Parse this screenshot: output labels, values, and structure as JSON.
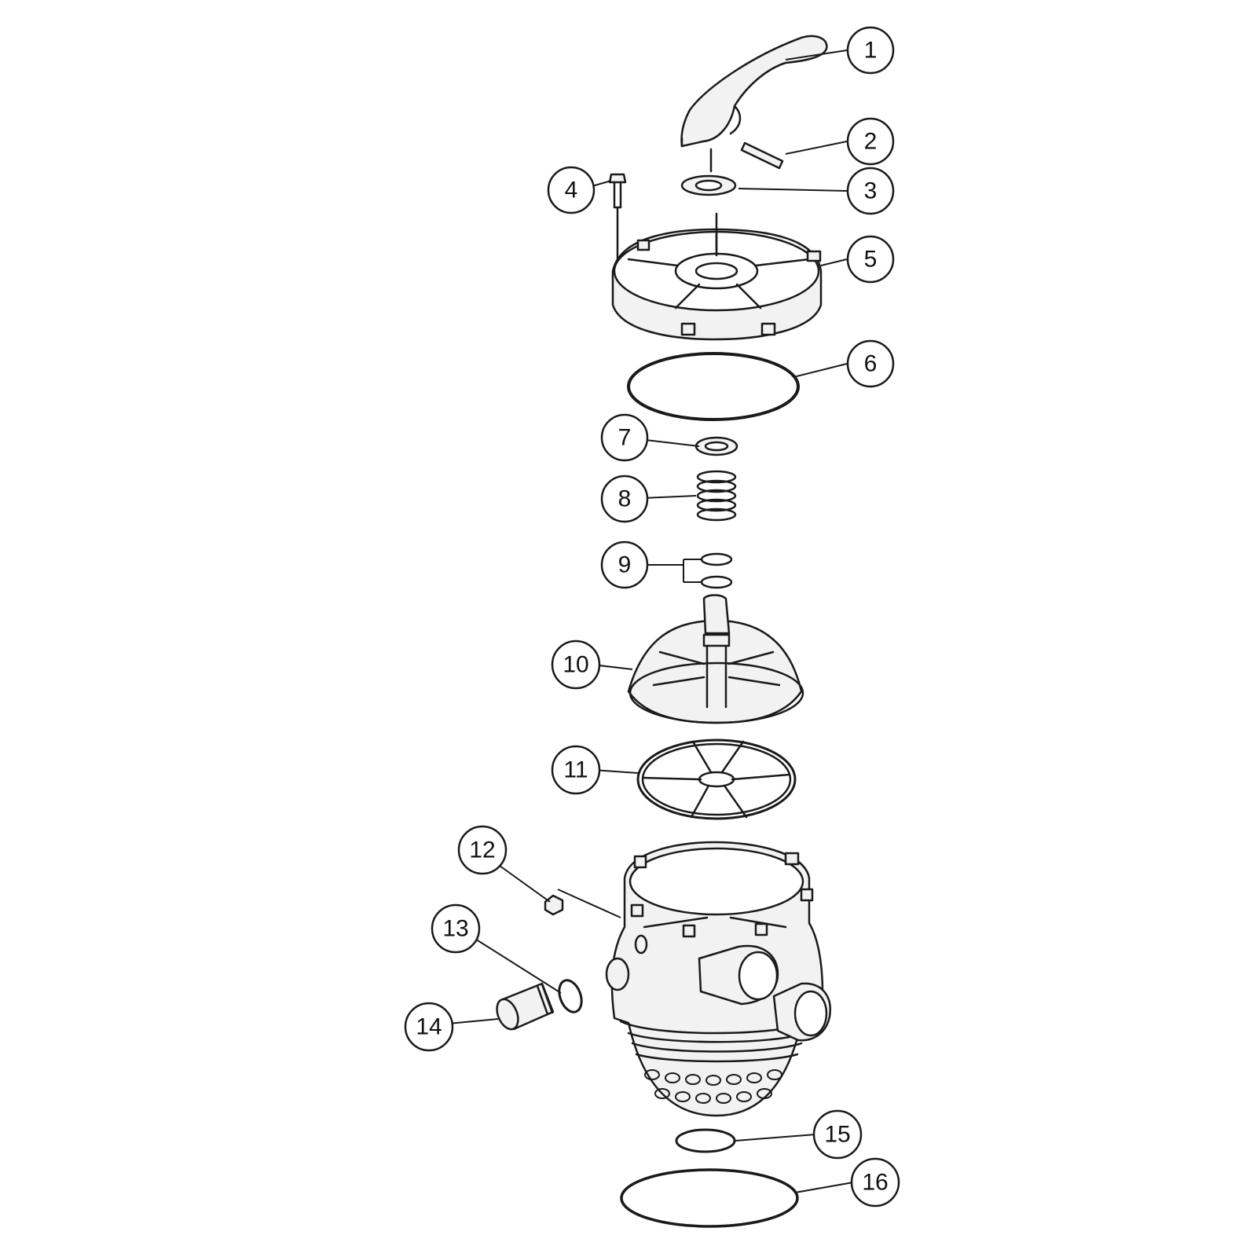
{
  "callouts": [
    {
      "num": "1"
    },
    {
      "num": "2"
    },
    {
      "num": "3"
    },
    {
      "num": "4"
    },
    {
      "num": "5"
    },
    {
      "num": "6"
    },
    {
      "num": "7"
    },
    {
      "num": "8"
    },
    {
      "num": "9"
    },
    {
      "num": "10"
    },
    {
      "num": "11"
    },
    {
      "num": "12"
    },
    {
      "num": "13"
    },
    {
      "num": "14"
    },
    {
      "num": "15"
    },
    {
      "num": "16"
    }
  ],
  "colors": {
    "line": "#1a1a1a",
    "fill": "#f2f2f2",
    "background": "#ffffff"
  }
}
